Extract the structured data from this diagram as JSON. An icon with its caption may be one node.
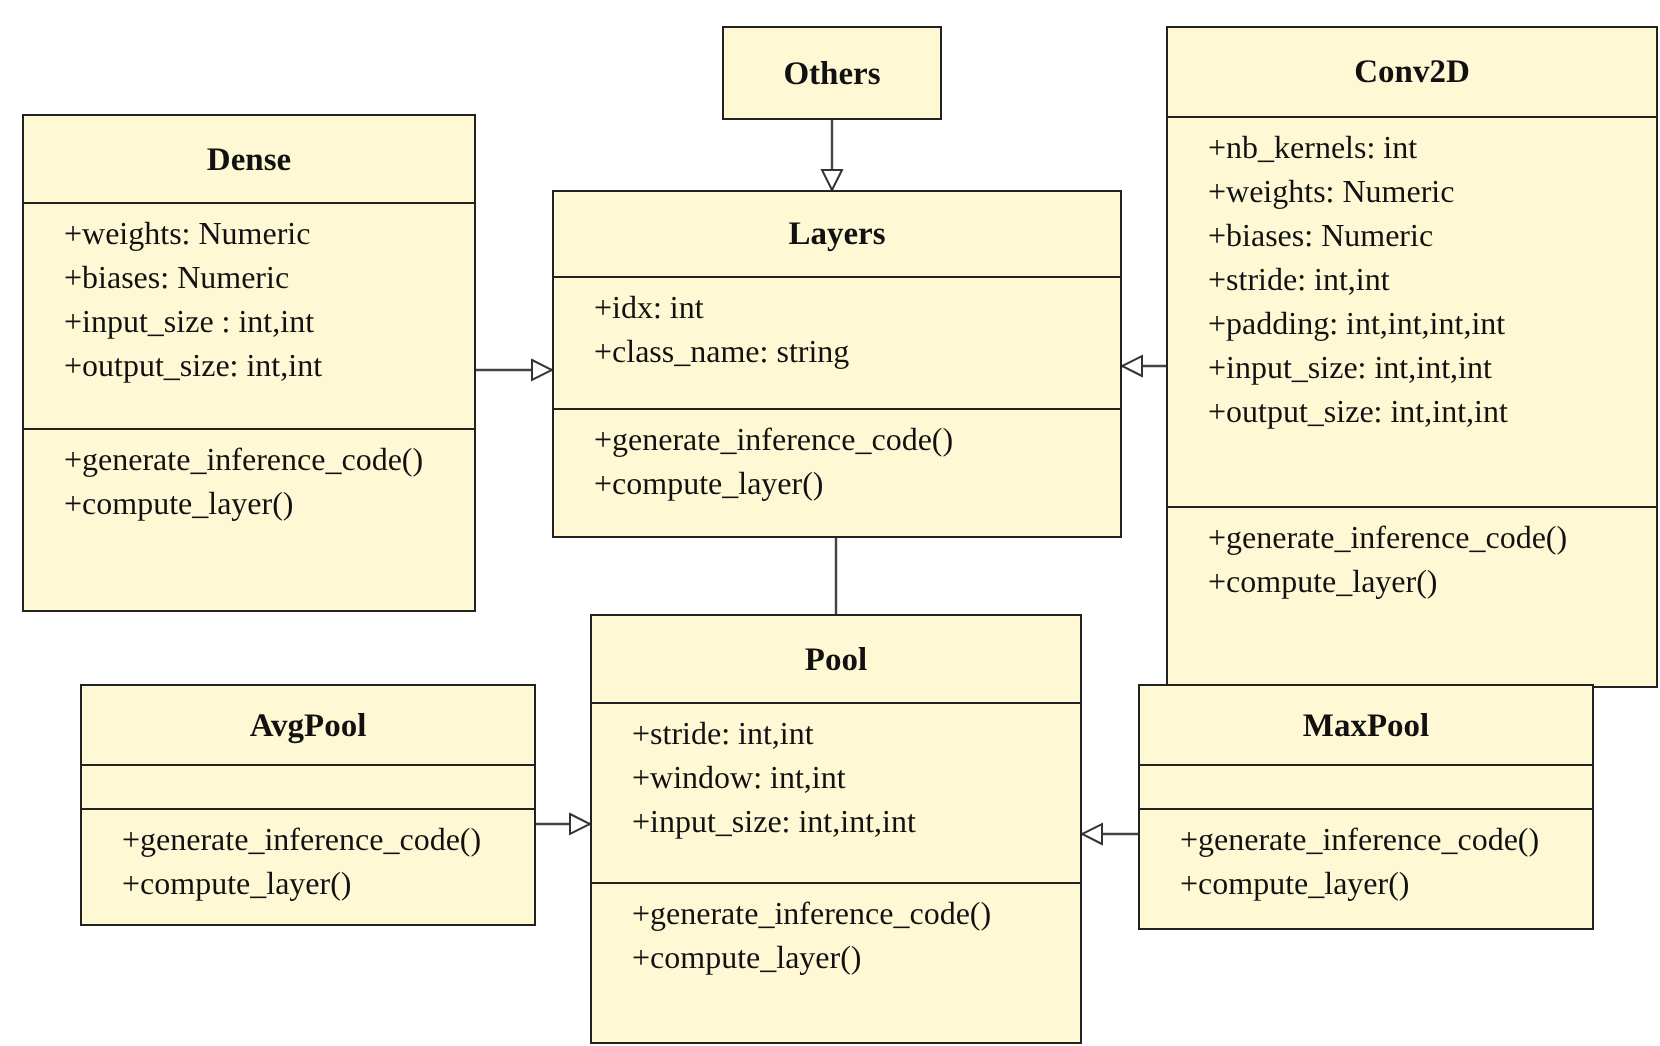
{
  "diagram": {
    "nodes": [
      {
        "text": [
          "Others"
        ]
      },
      {
        "text": [
          "Dense",
          "+weights: Numeric",
          "+biases: Numeric",
          "+input_size : int,int",
          "+output_size: int,int",
          "+generate_inference_code()",
          "+compute_layer()"
        ]
      },
      {
        "text": [
          "Layers",
          "+idx: int",
          "+class_name: string",
          "+generate_inference_code()",
          "+compute_layer()"
        ]
      },
      {
        "text": [
          "Conv2D",
          "+nb_kernels: int",
          "+weights: Numeric",
          "+biases: Numeric",
          "+stride: int,int",
          "+padding: int,int,int,int",
          "+input_size: int,int,int",
          "+output_size: int,int,int",
          "+generate_inference_code()",
          "+compute_layer()"
        ]
      },
      {
        "text": [
          "AvgPool",
          "+generate_inference_code()",
          "+compute_layer()"
        ]
      },
      {
        "text": [
          "Pool",
          "+stride: int,int",
          "+window: int,int",
          "+input_size: int,int,int",
          "+generate_inference_code()",
          "+compute_layer()"
        ]
      },
      {
        "text": [
          "MaxPool",
          "+generate_inference_code()",
          "+compute_layer()"
        ]
      }
    ],
    "edges": [
      {
        "from": 0,
        "to": 2,
        "arrow": "to"
      },
      {
        "from": 1,
        "to": 2,
        "arrow": "to"
      },
      {
        "from": 3,
        "to": 2,
        "arrow": "to"
      },
      {
        "from": 2,
        "to": 5,
        "arrow": "none"
      },
      {
        "from": 4,
        "to": 5,
        "arrow": "to"
      },
      {
        "from": 6,
        "to": 5,
        "arrow": "to"
      }
    ]
  }
}
